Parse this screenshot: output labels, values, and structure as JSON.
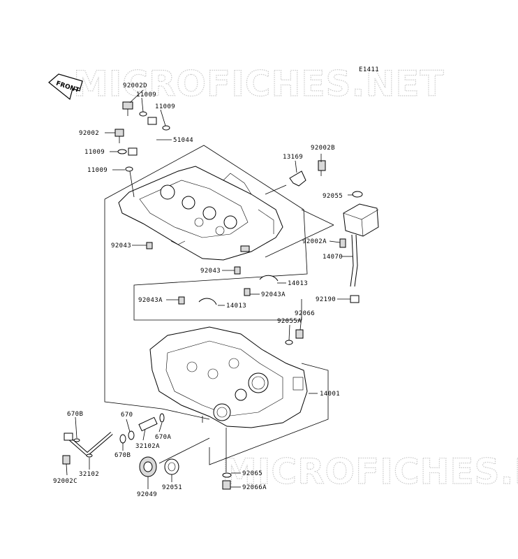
{
  "diagram_code": "E1411",
  "front_arrow_label": "FRONT",
  "watermark_top": "MICROFICHES.NET",
  "watermark_bottom": "MICROFICHES.NET",
  "parts": {
    "p92002D": "92002D",
    "p11009_a": "11009",
    "p11009_b": "11009",
    "p92002": "92002",
    "p51044": "51044",
    "p11009_c": "11009",
    "p11009_d": "11009",
    "p13169": "13169",
    "p92002B": "92002B",
    "p92055": "92055",
    "p92002A": "92002A",
    "p14070": "14070",
    "p92043_a": "92043",
    "p92043_b": "92043",
    "p14013_a": "14013",
    "p92043A_a": "92043A",
    "p92043A_b": "92043A",
    "p14013_b": "14013",
    "p92190": "92190",
    "p92066": "92066",
    "p92055A": "92055A",
    "p14001": "14001",
    "p670B_a": "670B",
    "p670": "670",
    "p32102A": "32102A",
    "p670A": "670A",
    "p670B_b": "670B",
    "p32102": "32102",
    "p92002C": "92002C",
    "p92049": "92049",
    "p92051": "92051",
    "p92065": "92065",
    "p92066A": "92066A"
  }
}
